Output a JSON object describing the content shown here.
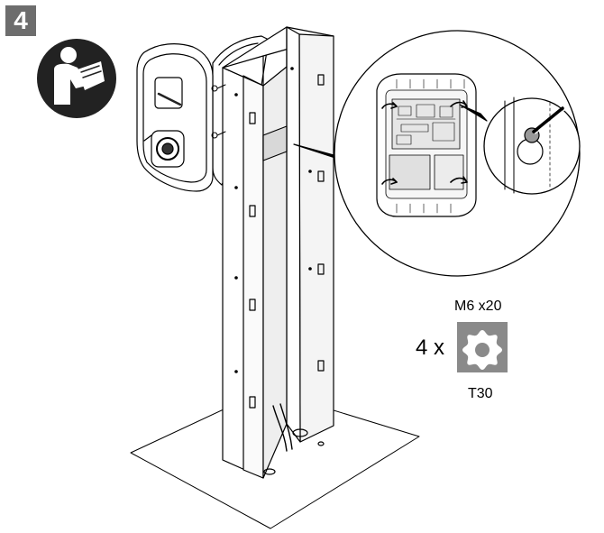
{
  "step": {
    "number": "4"
  },
  "fastener": {
    "size": "M6 x20",
    "quantity": "4 x",
    "tool": "T30"
  },
  "icons": {
    "manual": "read-manual-icon",
    "torx": "torx-t30-icon"
  },
  "colors": {
    "badge": "#6d6d6d",
    "icon_dark": "#222222",
    "torx_bg": "#8a8a8a",
    "line": "#000000"
  }
}
